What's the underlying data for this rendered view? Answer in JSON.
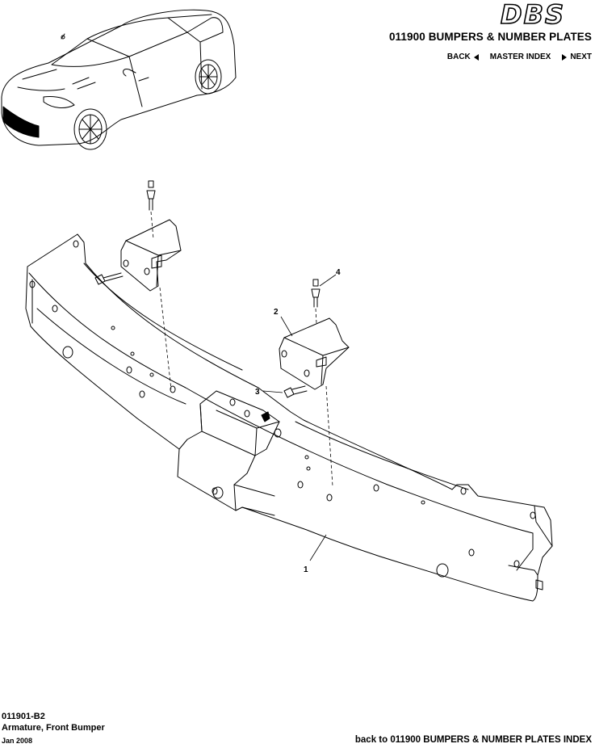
{
  "header": {
    "logo_text": "DBS",
    "section_title": "011900 BUMPERS & NUMBER PLATES",
    "nav": {
      "back": "BACK",
      "master_index": "MASTER INDEX",
      "next": "NEXT"
    }
  },
  "callouts": [
    "1",
    "2",
    "3",
    "4"
  ],
  "footer": {
    "code": "011901-B2",
    "name": "Armature, Front Bumper",
    "date": "Jan 2008",
    "back_index": "back to 011900 BUMPERS & NUMBER PLATES INDEX"
  }
}
